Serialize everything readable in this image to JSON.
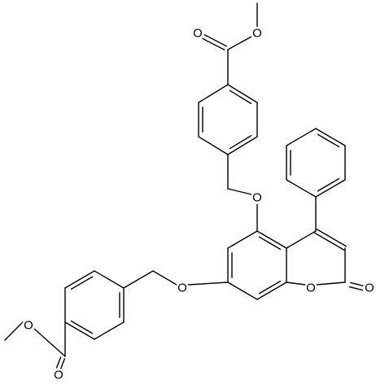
{
  "structure": {
    "atom_labels": {
      "o_ester_top_carbonyl": "O",
      "o_ester_top_ether": "O",
      "o_benzyl_ether_top": "O",
      "o_benzyl_ether_bottom": "O",
      "o_ring": "O",
      "o_lactone_carbonyl": "O",
      "o_ester_bottom_ether": "O",
      "o_ester_bottom_carbonyl": "O"
    }
  }
}
